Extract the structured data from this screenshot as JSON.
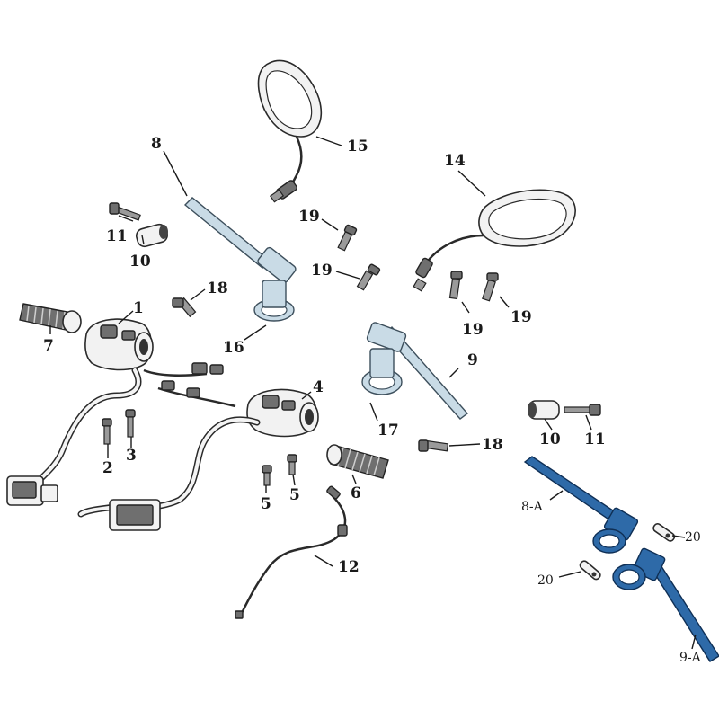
{
  "labels": {
    "p1": "1",
    "p2": "2",
    "p3": "3",
    "p4": "4",
    "p5a": "5",
    "p5b": "5",
    "p6": "6",
    "p7": "7",
    "p8": "8",
    "p8a": "8-A",
    "p9": "9",
    "p9a": "9-A",
    "p10a": "10",
    "p10b": "10",
    "p11a": "11",
    "p11b": "11",
    "p12": "12",
    "p14": "14",
    "p15": "15",
    "p16": "16",
    "p17": "17",
    "p18a": "18",
    "p18b": "18",
    "p19a": "19",
    "p19b": "19",
    "p19c": "19",
    "p19d": "19",
    "p20a": "20",
    "p20b": "20"
  },
  "colors": {
    "line": "#1a1a1a",
    "steel": "#c9dbe6",
    "anodized_blue": "#2e6aa8"
  }
}
